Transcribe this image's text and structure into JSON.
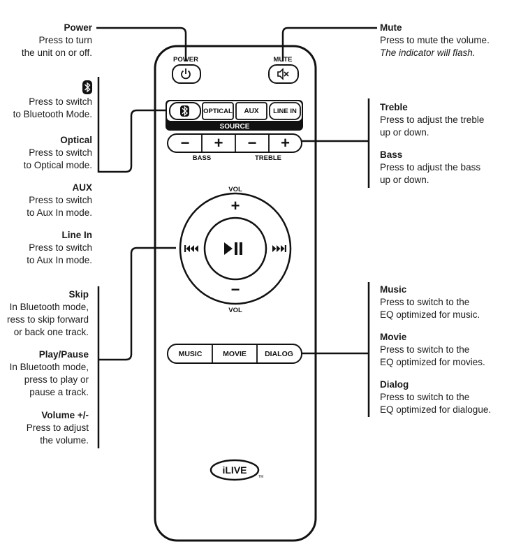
{
  "left": {
    "power": {
      "title": "Power",
      "lines": [
        "Press to turn",
        "the unit on or off."
      ]
    },
    "bluetooth": {
      "icon": "bluetooth-icon",
      "lines": [
        "Press to switch",
        "to Bluetooth Mode."
      ]
    },
    "optical": {
      "title": "Optical",
      "lines": [
        "Press to switch",
        "to Optical mode."
      ]
    },
    "aux": {
      "title": "AUX",
      "lines": [
        "Press to switch",
        "to Aux In mode."
      ]
    },
    "linein": {
      "title": "Line In",
      "lines": [
        "Press to switch",
        "to Aux In mode."
      ]
    },
    "skip": {
      "title": "Skip",
      "lines": [
        "In Bluetooth mode,",
        "ress to skip forward",
        "or back one track."
      ]
    },
    "playpause": {
      "title": "Play/Pause",
      "lines": [
        "In Bluetooth mode,",
        "press to play or",
        "pause a track."
      ]
    },
    "volume": {
      "title": "Volume +/-",
      "lines": [
        "Press to adjust",
        "the volume."
      ]
    }
  },
  "right": {
    "mute": {
      "title": "Mute",
      "line1": "Press to mute the volume.",
      "line2": "The indicator will flash."
    },
    "treble": {
      "title": "Treble",
      "lines": [
        "Press to adjust the treble",
        "up or down."
      ]
    },
    "bass": {
      "title": "Bass",
      "lines": [
        "Press to adjust the bass",
        "up or down."
      ]
    },
    "music": {
      "title": "Music",
      "lines": [
        "Press to switch to the",
        "EQ optimized for music."
      ]
    },
    "movie": {
      "title": "Movie",
      "lines": [
        "Press to switch to the",
        "EQ optimized for movies."
      ]
    },
    "dialog": {
      "title": "Dialog",
      "lines": [
        "Press to switch to the",
        "EQ optimized for dialogue."
      ]
    }
  },
  "remote": {
    "power_label": "POWER",
    "mute_label": "MUTE",
    "source_buttons": [
      "OPTICAL",
      "AUX",
      "LINE IN"
    ],
    "source_label": "SOURCE",
    "tone_minus": "−",
    "tone_plus": "+",
    "bass_label": "BASS",
    "treble_label": "TREBLE",
    "vol_top_label": "VOL",
    "vol_bottom_label": "VOL",
    "vol_plus": "+",
    "vol_minus": "−",
    "eq_buttons": [
      "MUSIC",
      "MOVIE",
      "DIALOG"
    ],
    "brand": "iLIVE",
    "trademark": "TM"
  },
  "icons": {
    "power": "power-icon",
    "mute": "speaker-muted-icon",
    "bluetooth": "bluetooth-icon",
    "prev": "skip-back-icon",
    "next": "skip-forward-icon",
    "play": "play-pause-icon"
  }
}
